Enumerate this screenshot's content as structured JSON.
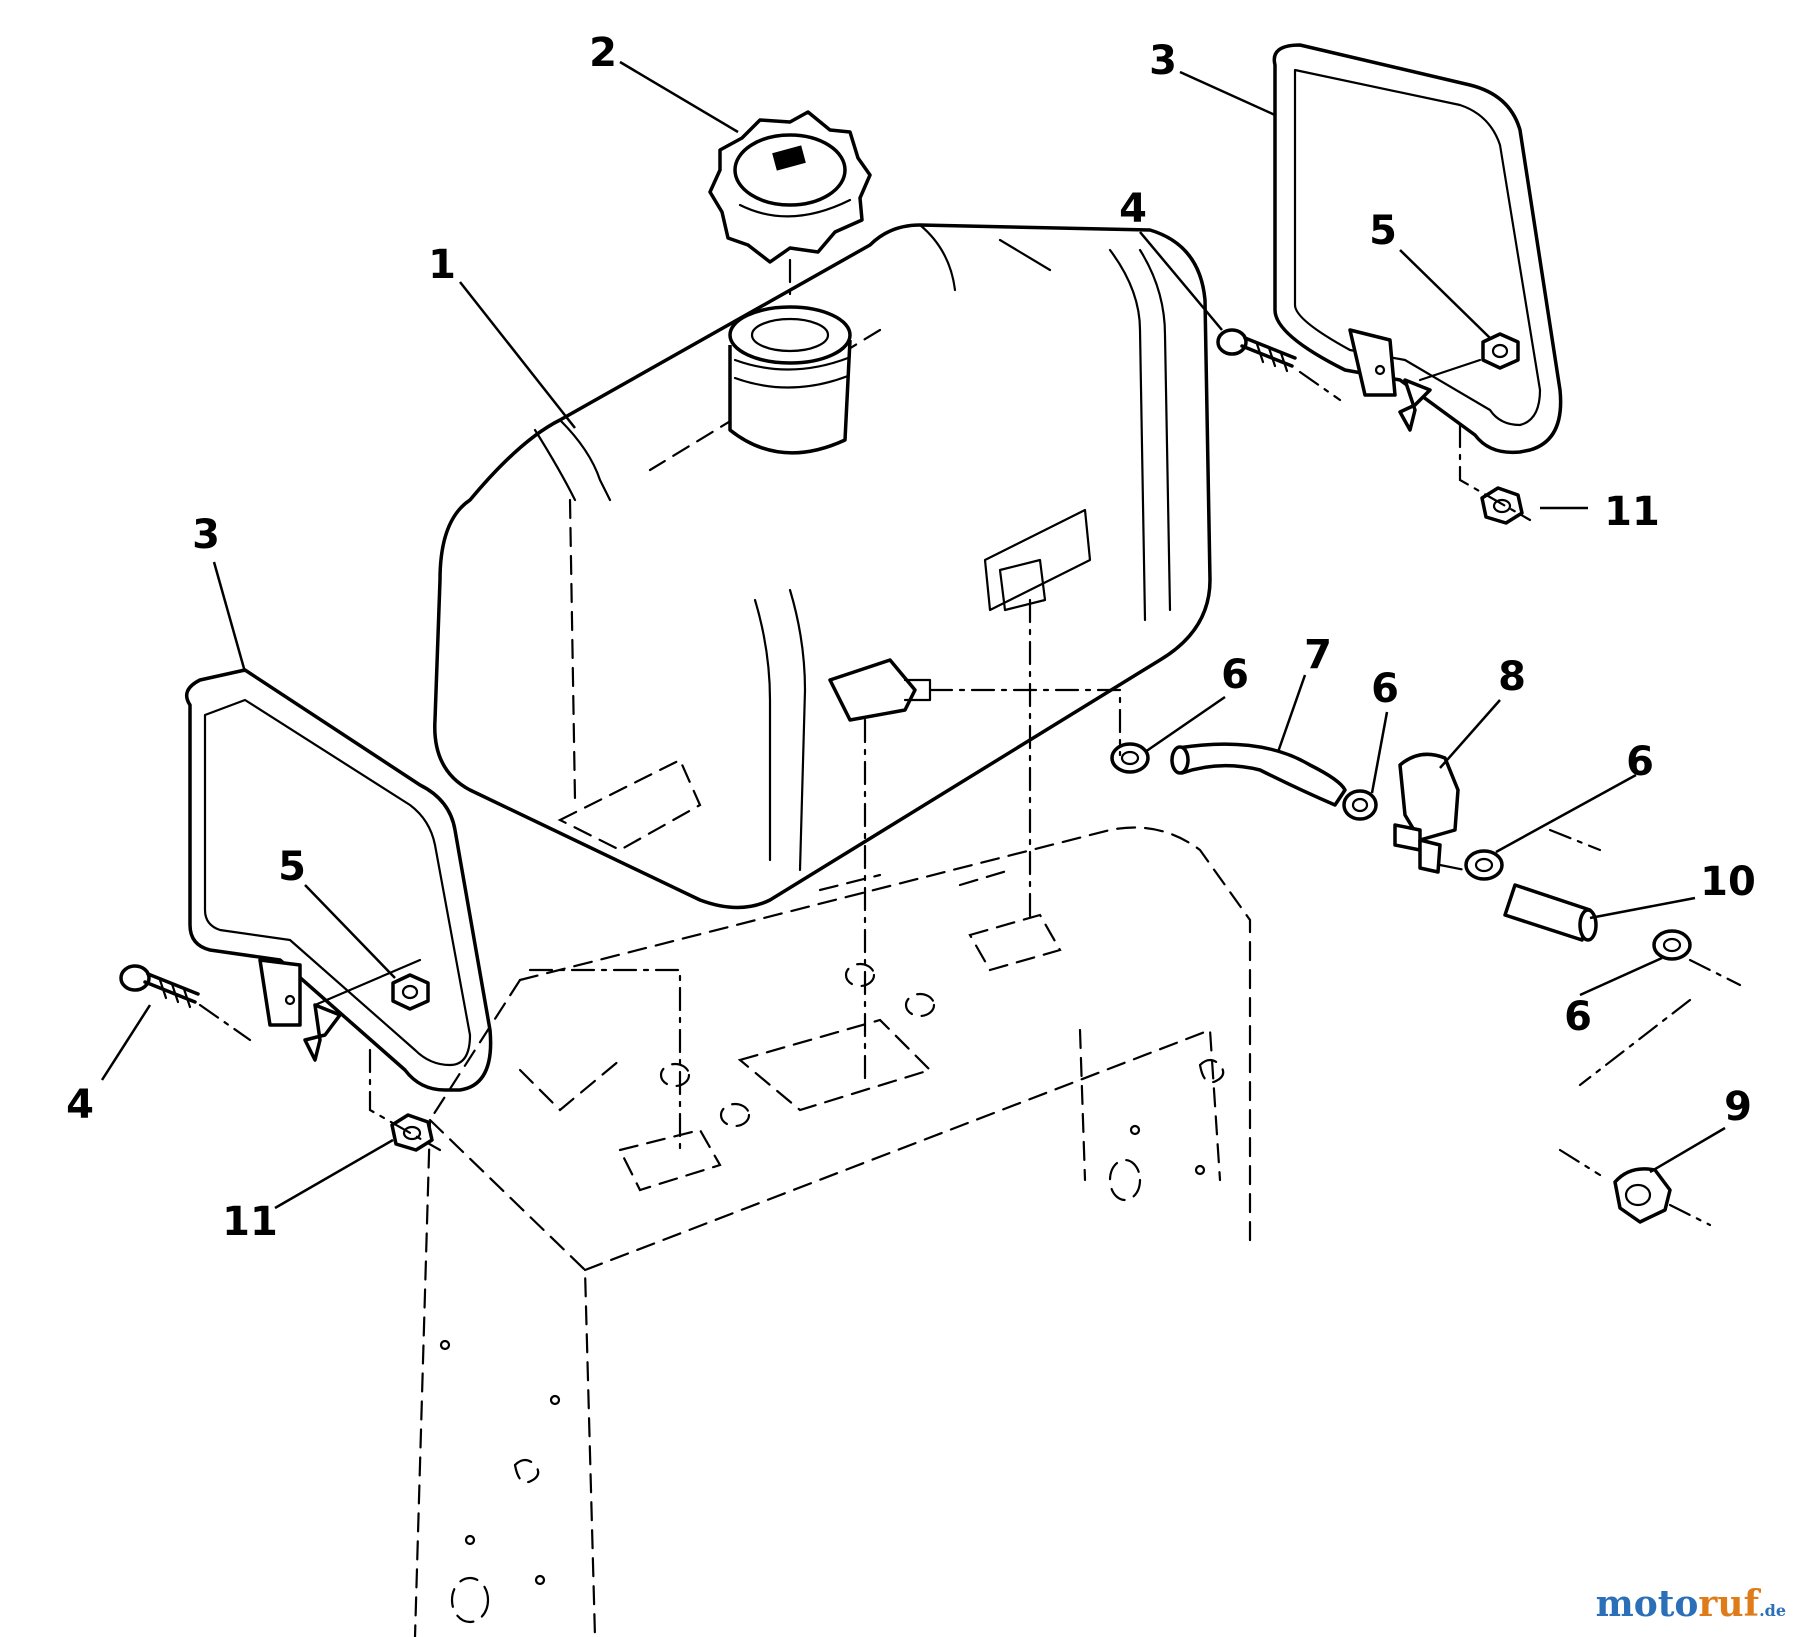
{
  "callouts": {
    "c1": "1",
    "c2": "2",
    "c3a": "3",
    "c3b": "3",
    "c4a": "4",
    "c4b": "4",
    "c5a": "5",
    "c5b": "5",
    "c6a": "6",
    "c6b": "6",
    "c6c": "6",
    "c6d": "6",
    "c7": "7",
    "c8": "8",
    "c9": "9",
    "c10": "10",
    "c11a": "11",
    "c11b": "11"
  },
  "watermark": {
    "part1": "moto",
    "part2": "ruf",
    "suffix": ".de"
  }
}
